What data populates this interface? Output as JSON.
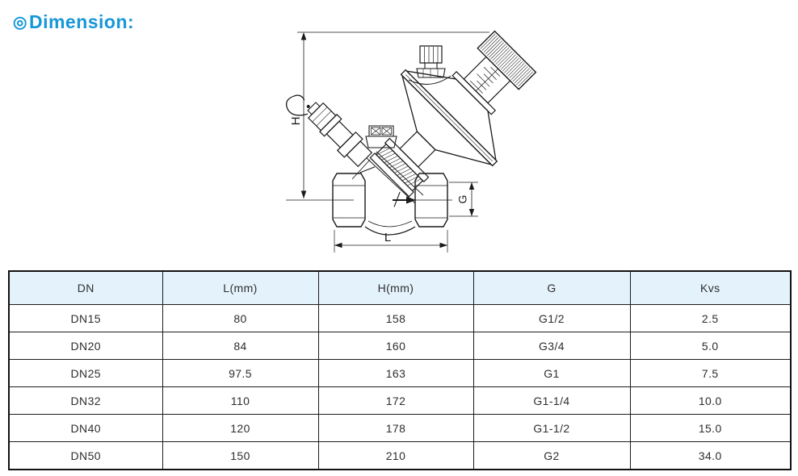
{
  "page": {
    "title_symbol": "◎",
    "title_text": "Dimension:",
    "accent_color": "#1697d8"
  },
  "drawing": {
    "description": "dynamic-balancing-valve-technical-drawing",
    "labels": {
      "h": "H",
      "g": "G",
      "l": "L"
    }
  },
  "table": {
    "header_bg": "#e4f2fb",
    "headers": [
      "DN",
      "L(mm)",
      "H(mm)",
      "G",
      "Kvs"
    ],
    "rows": [
      [
        "DN15",
        "80",
        "158",
        "G1/2",
        "2.5"
      ],
      [
        "DN20",
        "84",
        "160",
        "G3/4",
        "5.0"
      ],
      [
        "DN25",
        "97.5",
        "163",
        "G1",
        "7.5"
      ],
      [
        "DN32",
        "110",
        "172",
        "G1-1/4",
        "10.0"
      ],
      [
        "DN40",
        "120",
        "178",
        "G1-1/2",
        "15.0"
      ],
      [
        "DN50",
        "150",
        "210",
        "G2",
        "34.0"
      ]
    ]
  }
}
